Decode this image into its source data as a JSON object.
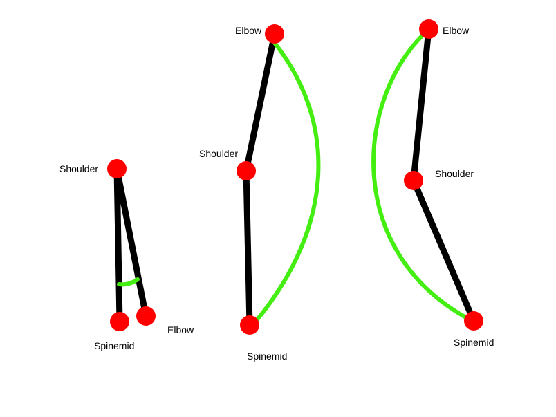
{
  "colors": {
    "background": "#ffffff",
    "bone": "#000000",
    "joint": "#ff0000",
    "angle_arc": "#44ee11"
  },
  "figures": [
    {
      "labels": {
        "shoulder": "Shoulder",
        "elbow": "Elbow",
        "spinemid": "Spinemid"
      }
    },
    {
      "labels": {
        "elbow": "Elbow",
        "shoulder": "Shoulder",
        "spinemid": "Spinemid"
      }
    },
    {
      "labels": {
        "elbow": "Elbow",
        "shoulder": "Shoulder",
        "spinemid": "Spinemid"
      }
    }
  ]
}
